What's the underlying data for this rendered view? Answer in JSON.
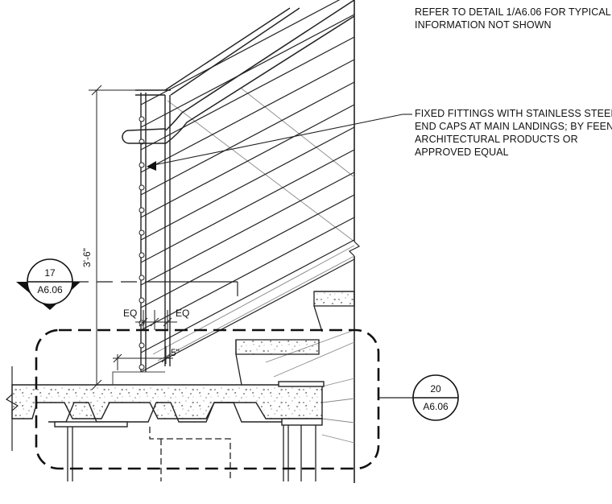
{
  "notes": {
    "refer": [
      "REFER TO DETAIL 1/A6.06 FOR TYPICAL",
      "INFORMATION NOT SHOWN"
    ],
    "fittings": [
      "FIXED FITTINGS WITH STAINLESS STEEL",
      "END CAPS AT MAIN LANDINGS; BY FEENEY",
      "ARCHITECTURAL PRODUCTS OR",
      "APPROVED EQUAL"
    ]
  },
  "dimensions": {
    "rail_height": "3'-6\"",
    "eq_left": "EQ",
    "eq_right": "EQ",
    "offset": "5\""
  },
  "section_tag": {
    "number": "17",
    "sheet": "A6.06"
  },
  "detail_tag": {
    "number": "20",
    "sheet": "A6.06"
  }
}
